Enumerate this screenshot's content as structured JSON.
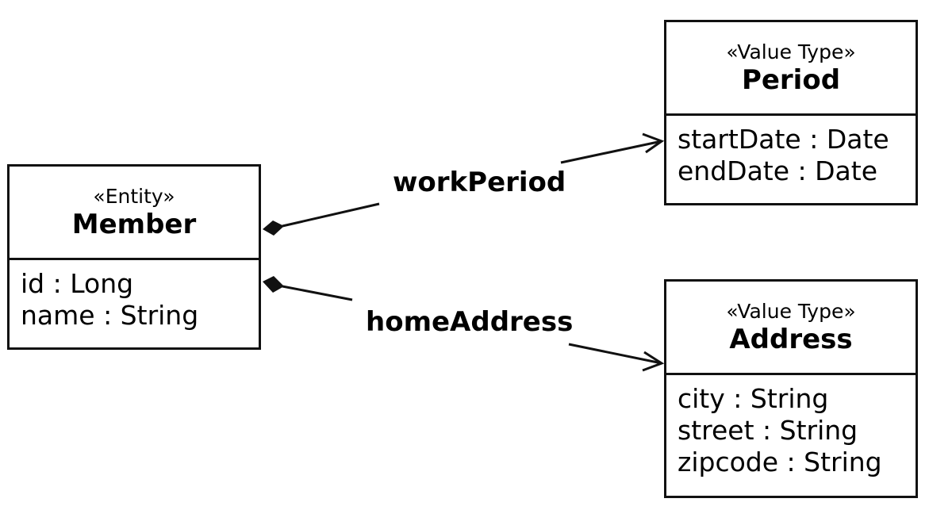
{
  "classes": {
    "member": {
      "stereotype": "«Entity»",
      "name": "Member",
      "attributes": [
        "id : Long",
        "name : String"
      ]
    },
    "period": {
      "stereotype": "«Value Type»",
      "name": "Period",
      "attributes": [
        "startDate : Date",
        "endDate : Date"
      ]
    },
    "address": {
      "stereotype": "«Value Type»",
      "name": "Address",
      "attributes": [
        "city : String",
        "street : String",
        "zipcode : String"
      ]
    }
  },
  "associations": {
    "work_period": {
      "label": "workPeriod",
      "source_end": "composite-diamond",
      "target_end": "open-arrow"
    },
    "home_address": {
      "label": "homeAddress",
      "source_end": "composite-diamond",
      "target_end": "open-arrow"
    }
  },
  "colors": {
    "line": "#111111",
    "background": "#ffffff"
  }
}
